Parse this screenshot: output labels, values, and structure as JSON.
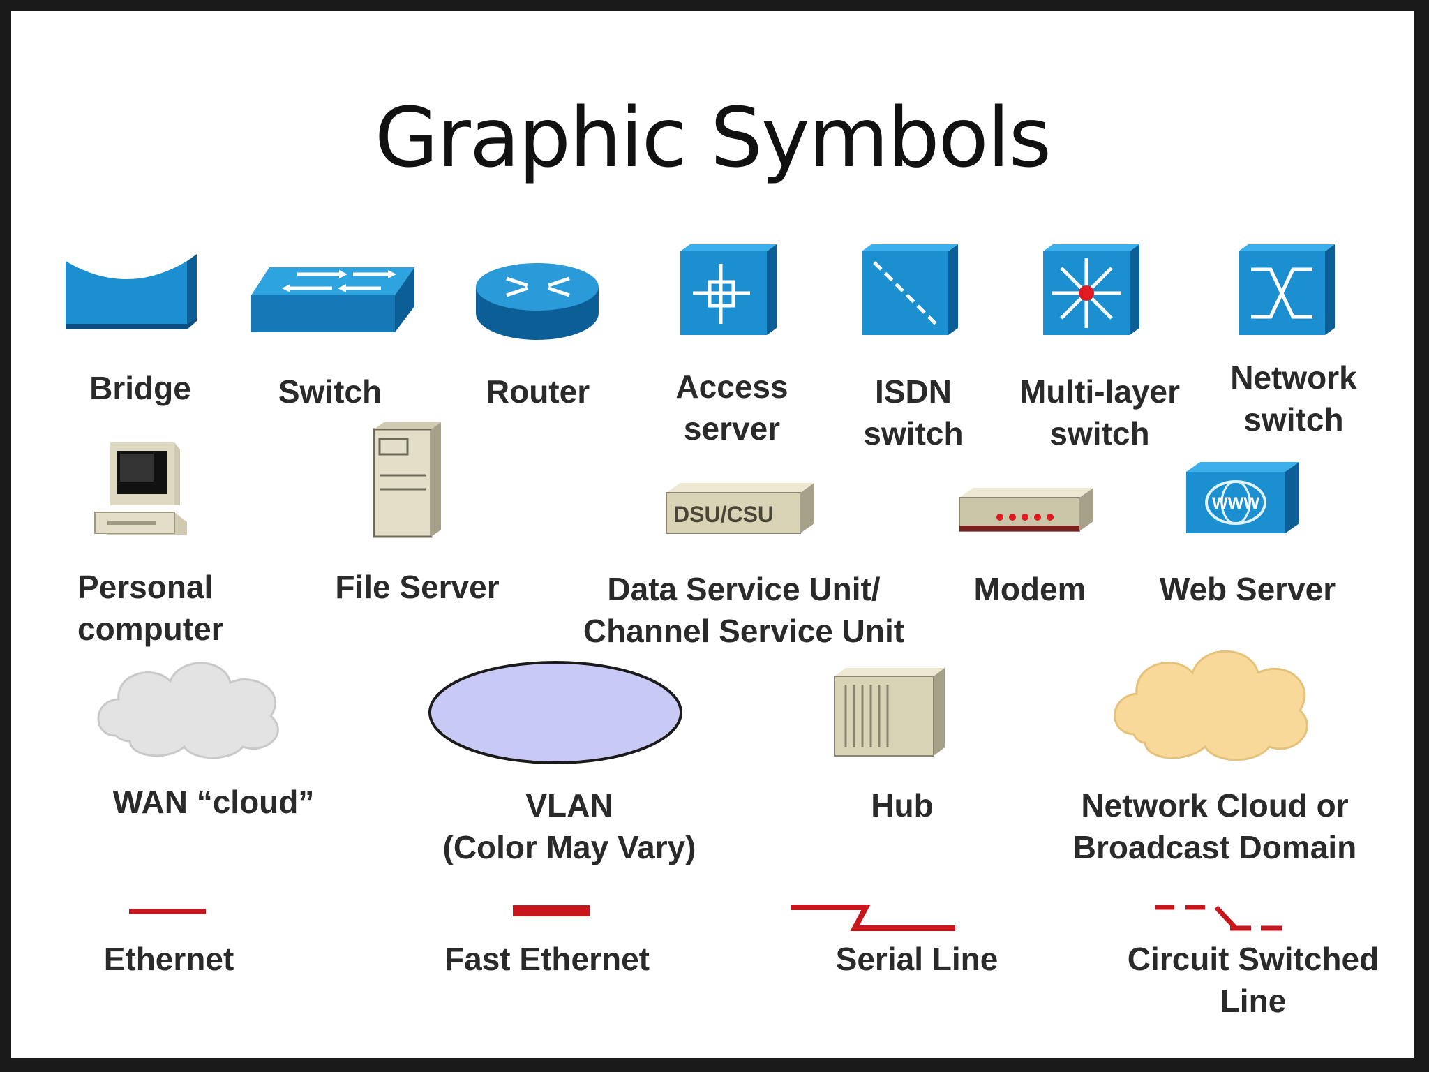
{
  "title": "Graphic Symbols",
  "colors": {
    "device_blue": "#1c8fd0",
    "device_dark": "#0c5f96",
    "beige": "#d9d4b6",
    "line_red": "#c8161d",
    "vlan_fill": "#c9c9f5",
    "cloud_gray": "#e2e2e2",
    "cloud_yellow": "#f8d99a"
  },
  "symbols": [
    {
      "id": "bridge",
      "icon": "bridge-icon",
      "label": [
        "Bridge"
      ]
    },
    {
      "id": "switch",
      "icon": "switch-icon",
      "label": [
        "Switch"
      ]
    },
    {
      "id": "router",
      "icon": "router-icon",
      "label": [
        "Router"
      ]
    },
    {
      "id": "access-server",
      "icon": "access-server-icon",
      "label": [
        "Access",
        "server"
      ]
    },
    {
      "id": "isdn-switch",
      "icon": "isdn-switch-icon",
      "label": [
        "ISDN",
        "switch"
      ]
    },
    {
      "id": "multilayer-switch",
      "icon": "multilayer-switch-icon",
      "label": [
        "Multi-layer",
        "switch"
      ]
    },
    {
      "id": "network-switch",
      "icon": "network-switch-icon",
      "label": [
        "Network",
        "switch"
      ]
    },
    {
      "id": "personal-computer",
      "icon": "personal-computer-icon",
      "label": [
        "Personal",
        "computer"
      ]
    },
    {
      "id": "file-server",
      "icon": "file-server-icon",
      "label": [
        "File Server"
      ]
    },
    {
      "id": "dsu-csu",
      "icon": "dsu-csu-icon",
      "icon_text": "DSU/CSU",
      "label": [
        "Data Service Unit/",
        "Channel Service Unit"
      ]
    },
    {
      "id": "modem",
      "icon": "modem-icon",
      "label": [
        "Modem"
      ]
    },
    {
      "id": "web-server",
      "icon": "web-server-icon",
      "icon_text": "WWW",
      "label": [
        "Web Server"
      ]
    },
    {
      "id": "wan-cloud",
      "icon": "wan-cloud-icon",
      "label": [
        "WAN “cloud”"
      ]
    },
    {
      "id": "vlan",
      "icon": "vlan-icon",
      "label": [
        "VLAN",
        "(Color May Vary)"
      ]
    },
    {
      "id": "hub",
      "icon": "hub-icon",
      "label": [
        "Hub"
      ]
    },
    {
      "id": "network-cloud",
      "icon": "network-cloud-icon",
      "label": [
        "Network Cloud or",
        "Broadcast Domain"
      ]
    },
    {
      "id": "ethernet",
      "icon": "ethernet-line-icon",
      "label": [
        "Ethernet"
      ]
    },
    {
      "id": "fast-ethernet",
      "icon": "fast-ethernet-line-icon",
      "label": [
        "Fast Ethernet"
      ]
    },
    {
      "id": "serial-line",
      "icon": "serial-line-icon",
      "label": [
        "Serial Line"
      ]
    },
    {
      "id": "circuit-switched",
      "icon": "circuit-switched-line-icon",
      "label": [
        "Circuit Switched",
        "Line"
      ]
    }
  ]
}
